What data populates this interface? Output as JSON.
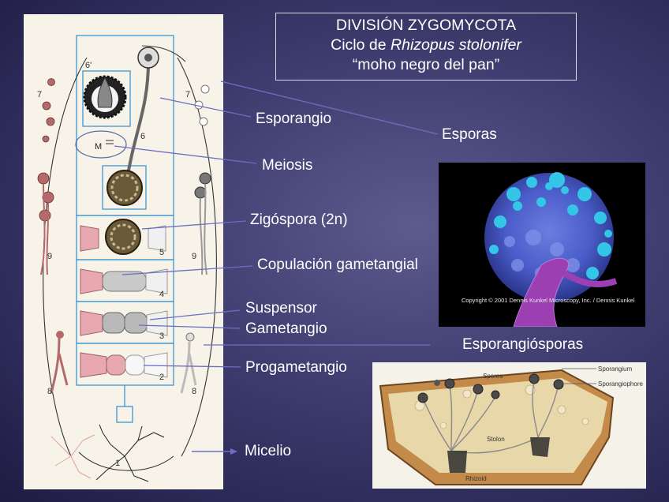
{
  "title": {
    "line1": "DIVISIÓN ZYGOMYCOTA",
    "line2_prefix": "Ciclo de ",
    "line2_species": "Rhizopus stolonifer",
    "line3": "“moho negro del pan”"
  },
  "labels": {
    "esporangio": "Esporangio",
    "esporas": "Esporas",
    "meiosis": "Meiosis",
    "zigospora": "Zigóspora (2n)",
    "copulacion": "Copulación gametangial",
    "suspensor": "Suspensor",
    "gametangio": "Gametangio",
    "esporangiosporas": "Esporangiósporas",
    "progametangio": "Progametangio",
    "micelio": "Micelio"
  },
  "diagram_numbers": {
    "n1": "1",
    "n2": "2",
    "n3": "3",
    "n4": "4",
    "n5": "5",
    "n6": "6",
    "n6p": "6'",
    "n7l": "7",
    "n7r": "7",
    "n8l": "8",
    "n8r": "8",
    "n9l": "9",
    "n9r": "9",
    "m": "M"
  },
  "photo_sem": {
    "copyright": "Copyright © 2001 Dennis Kunkel Microscopy, Inc. / Dennis Kunkel"
  },
  "photo_bread": {
    "sporangium": "Sporangium",
    "sporangiophore": "Sporangiophore",
    "spores": "Spores",
    "stolon": "Stolon",
    "rhizoid": "Rhizoid"
  },
  "colors": {
    "background": "#3e3c6e",
    "text": "#ffffff",
    "panel": "#f7f3e8",
    "diagram_lines": "#2f8fd0"
  }
}
